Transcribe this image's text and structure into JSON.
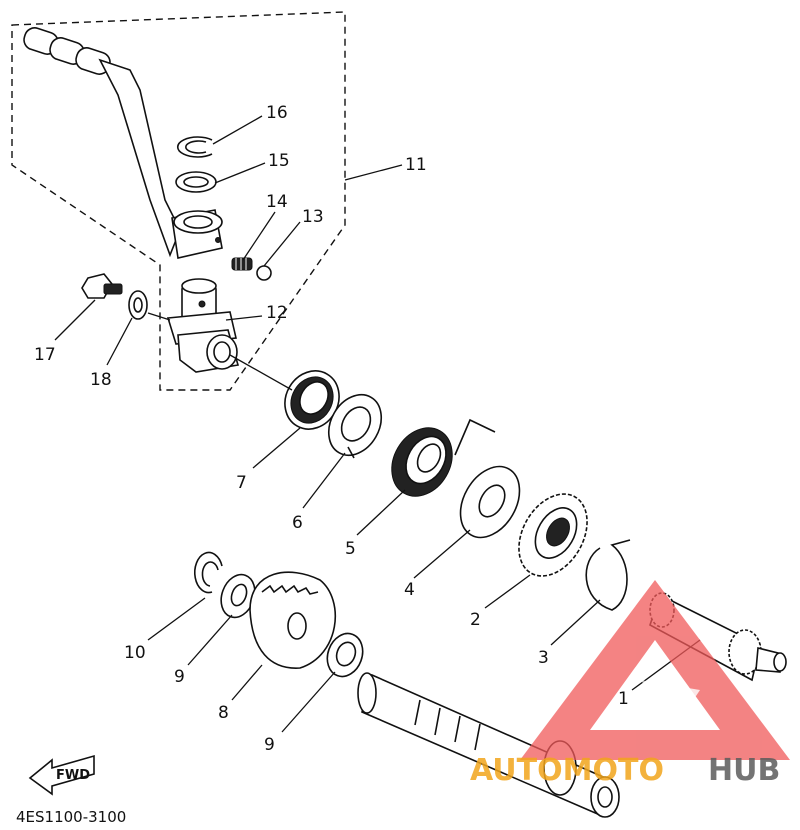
{
  "diagram_code": "4ES1100-3100",
  "fwd_label": "FWD",
  "watermark": {
    "part1": "AUTOMOTO",
    "part2": "HUB",
    "color_orange": "#f2a51c",
    "color_grey": "#5c5c5c",
    "color_logo": "#f05a5a"
  },
  "callouts": {
    "c1": "1",
    "c2": "2",
    "c3": "3",
    "c4": "4",
    "c5": "5",
    "c6": "6",
    "c7": "7",
    "c8": "8",
    "c9a": "9",
    "c9b": "9",
    "c10": "10",
    "c11": "11",
    "c12": "12",
    "c13": "13",
    "c14": "14",
    "c15": "15",
    "c16": "16",
    "c17": "17",
    "c18": "18"
  }
}
